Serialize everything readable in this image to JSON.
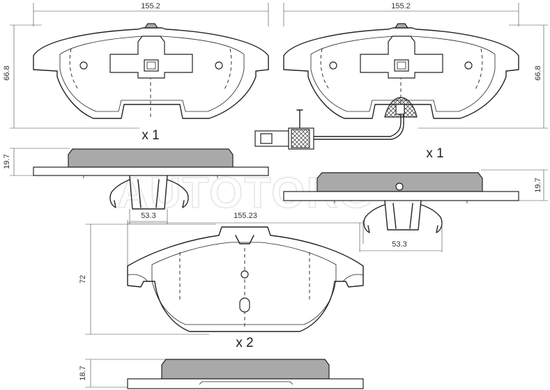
{
  "watermark": "AUTOTORG",
  "pads": [
    {
      "id": "front-left",
      "width_label": "155.2",
      "height_label": "66.8",
      "quantity_label": "x 1",
      "thickness_label": "19.7",
      "clip_label": "53.3"
    },
    {
      "id": "front-right-with-sensor",
      "width_label": "155.2",
      "height_label": "66.8",
      "quantity_label": "x 1",
      "thickness_label": "19.7",
      "clip_label": "53.3"
    },
    {
      "id": "rear",
      "width_label": "155.23",
      "height_label": "72",
      "quantity_label": "x 2",
      "thickness_label": "18.7"
    }
  ]
}
